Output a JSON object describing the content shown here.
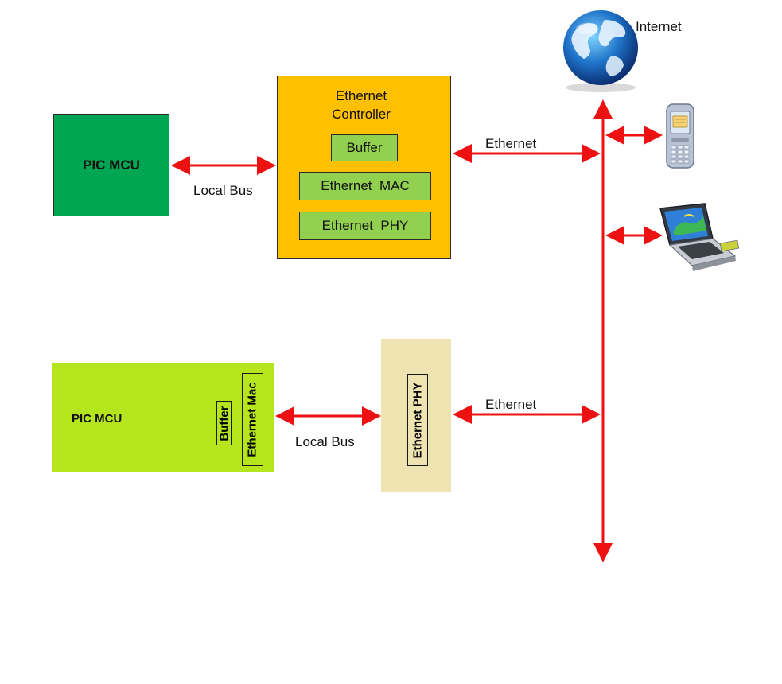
{
  "top": {
    "mcu_label": "PIC MCU",
    "controller_title": "Ethernet\nController",
    "buffer": "Buffer",
    "mac": "Ethernet  MAC",
    "phy": "Ethernet  PHY",
    "local_bus": "Local Bus",
    "ethernet": "Ethernet"
  },
  "bottom": {
    "mcu_label": "PIC MCU",
    "buffer": "Buffer",
    "mac": "Ethernet Mac",
    "phy": "Ethernet PHY",
    "local_bus": "Local Bus",
    "ethernet": "Ethernet"
  },
  "network": {
    "internet_label": "Internet",
    "globe_icon": "globe-icon",
    "phone_icon": "mobile-phone-icon",
    "laptop_icon": "laptop-icon"
  },
  "colors": {
    "mcu_top": "#00a651",
    "controller": "#ffc000",
    "inner_box": "#92d050",
    "mcu_bottom": "#b5e61d",
    "phy_bottom": "#f0e3b2",
    "arrow": "#ee1111"
  }
}
